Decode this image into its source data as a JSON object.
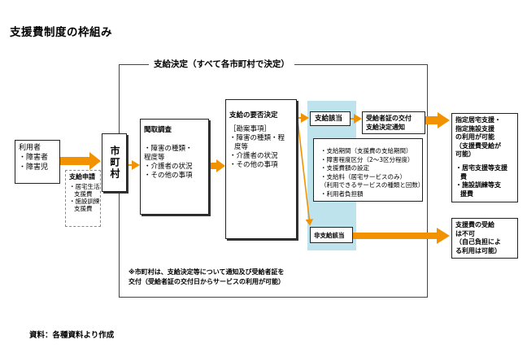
{
  "title": "支援費制度の枠組み",
  "frame_label": "支給決定（すべて各市町村で決定）",
  "user_box": {
    "heading": "利用者",
    "items": [
      "・障害者",
      "・障害児"
    ]
  },
  "city_box": {
    "label": "市町村"
  },
  "application_box": {
    "heading": "支給申請",
    "items": [
      "・居宅生活",
      "支援費",
      "・施設訓練",
      "支援費"
    ]
  },
  "survey_box": {
    "heading": "聞取調査",
    "items": [
      "・障害の種類・",
      "程度等",
      "・介護者の状況",
      "・その他の事項"
    ]
  },
  "decision_box": {
    "heading": "支給の要否決定",
    "subheading": "［勘案事項］",
    "items": [
      "・障害の種類・程",
      "度等",
      "・介護者の状況",
      "・その他の事項"
    ]
  },
  "eligible_box": {
    "label": "支給該当"
  },
  "not_eligible_box": {
    "label": "非支給該当"
  },
  "cert_box": {
    "lines": [
      "受給者証の交付",
      "支給決定通知"
    ]
  },
  "details_box": {
    "items": [
      "・支給期間（支援費の支給期間）",
      "・障害程度区分（2～3区分程度）",
      "・支援費額の設定",
      "・支給料（居宅サービスのみ）",
      "（利用できるサービスの種類と回数）",
      "・利用者負担額"
    ]
  },
  "result_available_box": {
    "lines": [
      "指定居宅支援・",
      "指定施設支援",
      "の利用が可能",
      "（支援費受給が",
      "可能）",
      "",
      "・居宅支援等支援",
      "費",
      "・施設訓練等支",
      "援費"
    ]
  },
  "result_unavailable_box": {
    "lines": [
      "支援費の受給",
      "は不可",
      "（自己負担によ",
      "る利用は可能）"
    ]
  },
  "note": {
    "lines": [
      "※市町村は、支給決定等について通知及び受給者証を",
      "交付（受給者証の交付日からサービスの利用が可能）"
    ]
  },
  "source": "資料：各種資料より作成",
  "colors": {
    "arrow": "#f39200",
    "highlight": "#bfe3ec"
  }
}
